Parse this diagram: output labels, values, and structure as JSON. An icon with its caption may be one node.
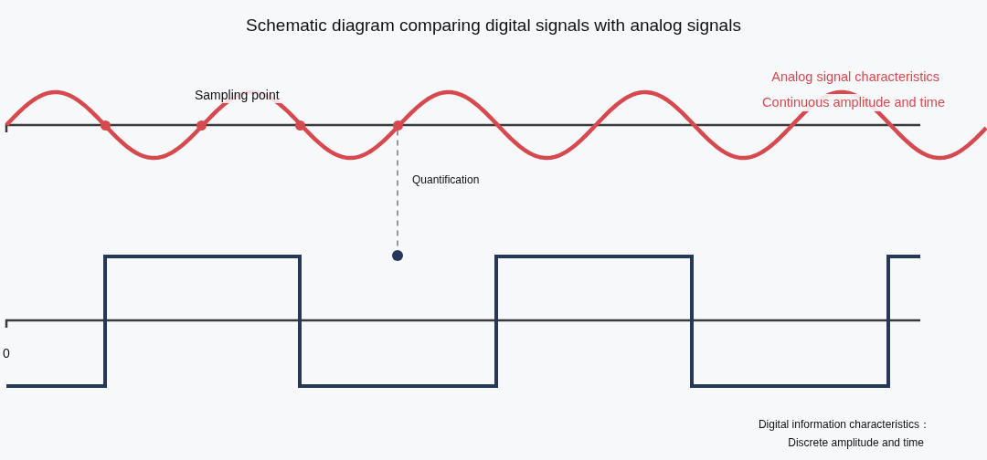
{
  "diagram": {
    "title": "Schematic diagram comparing digital signals with analog signals",
    "nodes": [
      {
        "text": [],
        "shape": "circle"
      },
      {
        "text": [],
        "shape": "circle"
      },
      {
        "text": [],
        "shape": "circle"
      },
      {
        "text": [],
        "shape": "circle"
      },
      {
        "text": [],
        "shape": "circle"
      }
    ],
    "edges": [
      {
        "from": 3,
        "to": 4,
        "arrow": "none",
        "style": "dashed",
        "label": "Quantification"
      }
    ],
    "labels": [
      "Sampling point",
      "Analog signal characteristics",
      "Continuous amplitude and time",
      "0",
      "Digital information characteristics：",
      "Discrete amplitude and time"
    ]
  }
}
